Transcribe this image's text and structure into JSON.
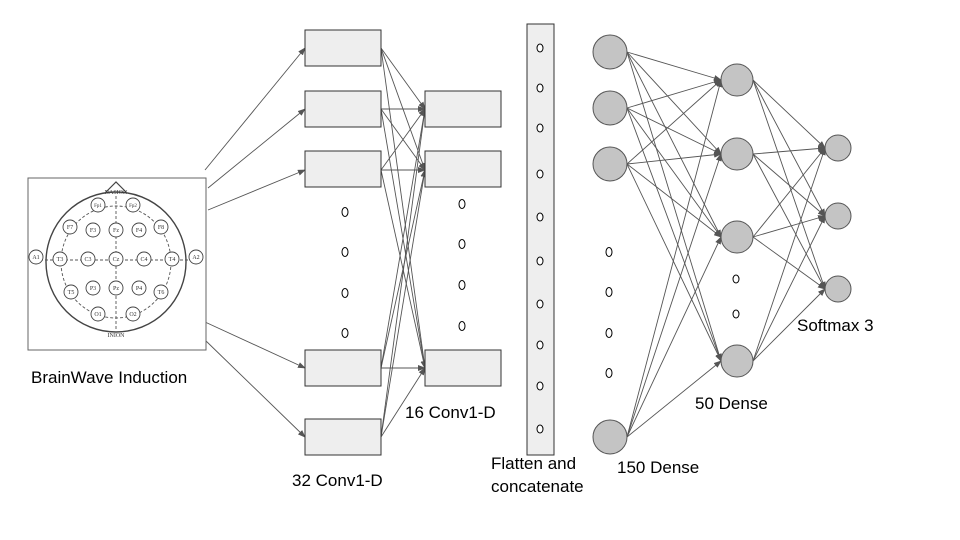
{
  "labels": {
    "brainwave": "BrainWave Induction",
    "conv32": "32 Conv1-D",
    "conv16": "16 Conv1-D",
    "flatten_line1": "Flatten and",
    "flatten_line2": "concatenate",
    "dense150": "150 Dense",
    "dense50": "50 Dense",
    "softmax": "Softmax 3"
  },
  "eeg": {
    "nasion": "NASION",
    "inion": "INION",
    "electrodes": [
      "Fp1",
      "Fp2",
      "F7",
      "F3",
      "Fz",
      "F4",
      "F8",
      "A1",
      "T3",
      "C3",
      "Cz",
      "C4",
      "T4",
      "A2",
      "T5",
      "P3",
      "Pz",
      "P4",
      "T6",
      "O1",
      "O2"
    ]
  },
  "colors": {
    "node_fill": "#c4c4c4",
    "conv_fill": "#eeeeee",
    "edge": "#555555"
  }
}
